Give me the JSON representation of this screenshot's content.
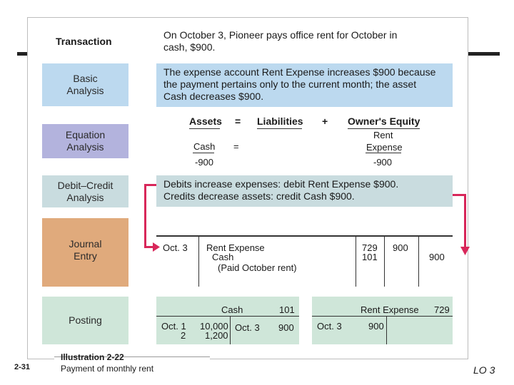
{
  "page": {
    "slide_number": "2-31",
    "lo": "LO 3"
  },
  "caption": {
    "title": "Illustration 2-22",
    "subtitle": "Payment of monthly rent"
  },
  "transaction": {
    "label": "Transaction",
    "text_l1": "On October 3, Pioneer pays office rent for October in",
    "text_l2": "cash, $900."
  },
  "basic": {
    "label_l1": "Basic",
    "label_l2": "Analysis",
    "text_l1": "The expense account Rent Expense increases $900 because",
    "text_l2": "the payment pertains only to the current month; the asset",
    "text_l3": "Cash decreases $900."
  },
  "equation": {
    "label_l1": "Equation",
    "label_l2": "Analysis",
    "assets": "Assets",
    "eq": "=",
    "liabilities": "Liabilities",
    "plus": "+",
    "owners_equity": "Owner's Equity",
    "cash": "Cash",
    "eq2": "=",
    "rent_l1": "Rent",
    "rent_l2": "Expense",
    "cash_val": "-900",
    "rent_val": "-900"
  },
  "debit_credit": {
    "label_l1": "Debit–Credit",
    "label_l2": "Analysis",
    "text_l1": "Debits increase expenses: debit Rent Expense $900.",
    "text_l2": "Credits decrease assets: credit Cash $900."
  },
  "journal": {
    "label_l1": "Journal",
    "label_l2": "Entry",
    "date": "Oct. 3",
    "acct1": "Rent Expense",
    "acct2": "Cash",
    "memo": "(Paid October rent)",
    "ref1": "729",
    "ref2": "101",
    "debit": "900",
    "credit": "900"
  },
  "posting": {
    "label": "Posting",
    "cash": {
      "title": "Cash",
      "number": "101",
      "dr_date1": "Oct. 1",
      "dr_date2": "2",
      "dr_amt1": "10,000",
      "dr_amt2": "1,200",
      "cr_date": "Oct. 3",
      "cr_amt": "900"
    },
    "rent": {
      "title": "Rent Expense",
      "number": "729",
      "dr_date": "Oct. 3",
      "dr_amt": "900"
    }
  },
  "colors": {
    "basic": "#bcd9ef",
    "equation": "#b3b3dd",
    "debit_credit": "#c9dcdf",
    "journal": "#e0aa7c",
    "posting": "#cfe6d9",
    "arrow": "#d8275a"
  }
}
